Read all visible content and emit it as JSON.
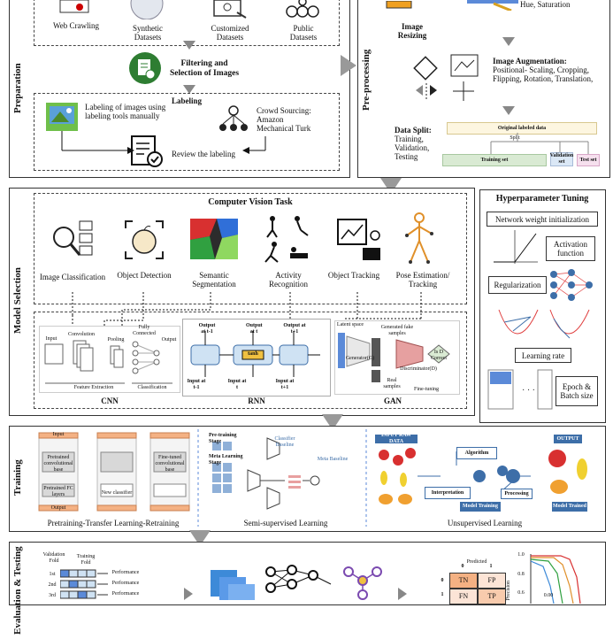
{
  "preparation": {
    "section_label": "Preparation",
    "sources": [
      "Web Crawling",
      "Synthetic Datasets",
      "Customized Datasets",
      "Public Datasets"
    ],
    "filtering": "Filtering and Selection of Images",
    "labeling_title": "Labeling",
    "labeling_manual": "Labeling of images using labeling tools manually",
    "crowd_sourcing": "Crowd Sourcing: Amazon Mechanical Turk",
    "review": "Review the labeling"
  },
  "preprocessing": {
    "section_label": "Pre-processing",
    "hue": "Hue, Saturation",
    "resizing": "Image Resizing",
    "augmentation_title": "Image Augmentation:",
    "augmentation_text": "Positional- Scaling, Cropping, Flipping, Rotation, Translation,",
    "split_title": "Data Split:",
    "split_text": "Training, Validation, Testing",
    "original_labeled": "Original labeled data",
    "split_small": "Split",
    "training_set": "Training set",
    "validation_set": "Validation set",
    "test_set": "Test set"
  },
  "model_selection": {
    "section_label": "Model Selection",
    "cv_task_title": "Computer Vision Task",
    "tasks": [
      "Image Classification",
      "Object Detection",
      "Semantic Segmentation",
      "Activity Recognition",
      "Object Tracking",
      "Pose Estimation/ Tracking"
    ],
    "cnn": "CNN",
    "rnn": "RNN",
    "gan": "GAN",
    "cnn_parts": [
      "Input",
      "Convolution",
      "Pooling",
      "Fully Connected",
      "Output",
      "Feature Extraction",
      "Classification"
    ],
    "rnn_parts": [
      "Output at t-1",
      "Output at t",
      "Output at t+1",
      "tanh",
      "Input at t-1",
      "Input at t",
      "Input at t+1"
    ],
    "gan_parts": [
      "Latent space",
      "Generated fake samples",
      "Generator(G)",
      "Discriminator(D)",
      "Is D Correct",
      "Real samples",
      "Fine-tuning"
    ]
  },
  "hyperparameter": {
    "title": "Hyperparameter Tuning",
    "items": [
      "Network weight initialization",
      "Activation function",
      "Regularization",
      "Learning rate",
      "Epoch & Batch size"
    ]
  },
  "training": {
    "section_label": "Training",
    "captions": [
      "Pretraining-Transfer Learning-Retraining",
      "Semi-supervised Learning",
      "Unsupervised Learning"
    ],
    "pretrain_labels": [
      "Pretrained convolutional base",
      "Pretrained FC layers",
      "New classifier",
      "Fine-tuned convolutional base",
      "Input",
      "Output"
    ],
    "semi_labels": [
      "Pre-training Stage",
      "Meta Learning Stage",
      "Classifier Baseline",
      "Meta Baseline"
    ],
    "unsup_labels": [
      "INPUT RAW DATA",
      "Algorithm",
      "Interpretation",
      "Processing",
      "OUTPUT",
      "Model Training",
      "Model Trained"
    ]
  },
  "evaluation": {
    "section_label": "Evaluation & Testing",
    "fold_labels": [
      "Validation Fold",
      "Training Fold"
    ],
    "iterations": [
      "1st",
      "2nd",
      "3rd"
    ],
    "performance": "Performance",
    "confusion": [
      "TN",
      "FP",
      "FN",
      "TP"
    ],
    "confusion_headers": [
      "Predicted",
      "0",
      "1"
    ],
    "actual": [
      "0",
      "1"
    ],
    "plot_ticks": [
      "1.0",
      "0.8",
      "0.6"
    ],
    "plot_ylabel": "Precision",
    "plot_legend": "0.00"
  },
  "colors": {
    "arrow_gray": "#999999",
    "green_icon": "#2e7d32",
    "split_green": "#d9ead3",
    "tn_orange": "#f4b183",
    "tp_orange": "#f8cbad",
    "rnn_blue": "#cfe2f3"
  }
}
